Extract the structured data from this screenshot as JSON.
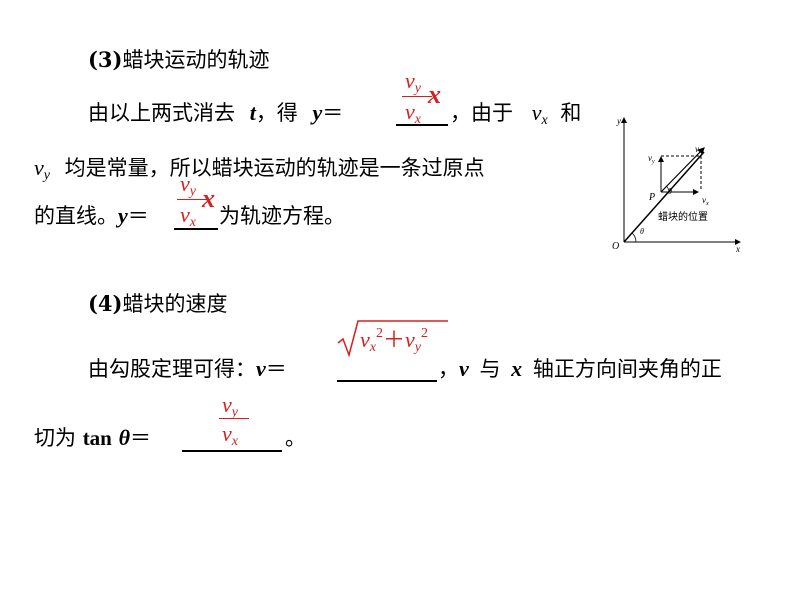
{
  "section3": {
    "heading_num": "(3)",
    "heading_text": "蜡块运动的轨迹",
    "line1_pre": "由以上两式消去",
    "line1_t": "t",
    "line1_mid": "，得",
    "line1_y": "y",
    "line1_eq": "＝",
    "line1_post": "，由于",
    "line1_vx": "v",
    "line1_vx_sub": "x",
    "line1_and": "和",
    "line2_vy": "v",
    "line2_vy_sub": "y",
    "line2_text": "均是常量，所以蜡块运动的轨迹是一条过原点",
    "line3_pre": "的直线。",
    "line3_y": "y",
    "line3_eq": "＝",
    "line3_post": "为轨迹方程。",
    "answer_num": "v",
    "answer_num_sub": "y",
    "answer_den": "v",
    "answer_den_sub": "x",
    "answer_var": "x"
  },
  "section4": {
    "heading_num": "(4)",
    "heading_text": "蜡块的速度",
    "line1_pre": "由勾股定理可得：",
    "line1_v": "v",
    "line1_eq": "＝",
    "line1_comma": "，",
    "line1_v2": "v",
    "line1_mid": "与",
    "line1_x": "x",
    "line1_post": "轴正方向间夹角的正",
    "line2_pre": "切为",
    "line2_tan": "tan",
    "line2_theta": "θ",
    "line2_eq": "＝",
    "line2_post": "。",
    "sqrt_vx": "v",
    "sqrt_vx_sub": "x",
    "sqrt_exp1": "2",
    "sqrt_plus": "＋",
    "sqrt_vy": "v",
    "sqrt_vy_sub": "y",
    "sqrt_exp2": "2",
    "tan_num": "v",
    "tan_num_sub": "y",
    "tan_den": "v",
    "tan_den_sub": "x"
  },
  "diagram": {
    "axis_y": "y",
    "axis_x": "x",
    "origin": "O",
    "point": "P",
    "label_v": "v",
    "label_vy": "v",
    "label_vy_sub": "y",
    "label_vx": "v",
    "label_vx_sub": "x",
    "label_theta_top": "θ",
    "label_theta_bottom": "θ",
    "caption": "蜡块的位置"
  },
  "colors": {
    "answer": "#d42020",
    "text": "#000000"
  }
}
